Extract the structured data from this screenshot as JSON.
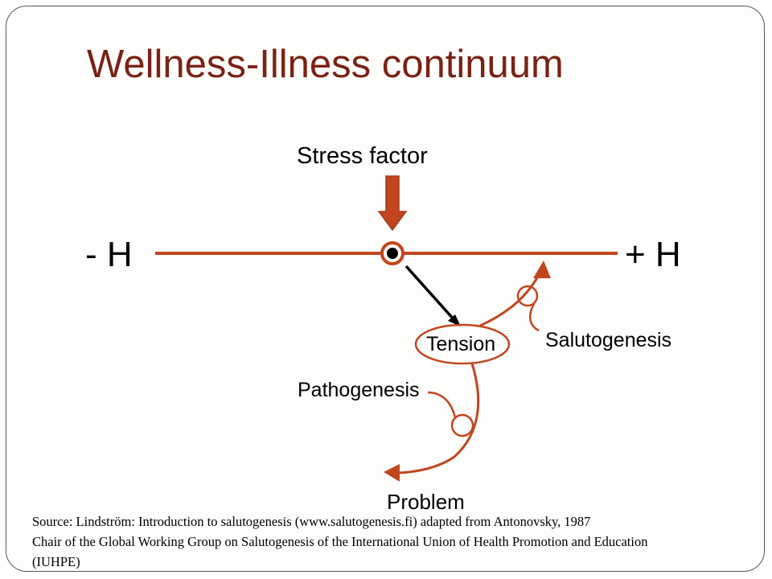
{
  "slide": {
    "title": "Wellness-Illness continuum"
  },
  "diagram": {
    "stress_label": "Stress factor",
    "minus_h_label": "- H",
    "plus_h_label": "+ H",
    "tension_label": "Tension",
    "salutogenesis_label": "Salutogenesis",
    "pathogenesis_label": "Pathogenesis",
    "problem_label": "Problem",
    "colors": {
      "accent": "#c1461e",
      "title": "#7a2215",
      "arrow": "#000000"
    }
  },
  "footer": {
    "source_line1": "Source: Lindström: Introduction to salutogenesis (www.salutogenesis.fi) adapted from Antonovsky, 1987",
    "source_line2": "Chair of the Global Working Group on Salutogenesis of the International Union of Health Promotion and Education",
    "source_line3": "(IUHPE)"
  }
}
